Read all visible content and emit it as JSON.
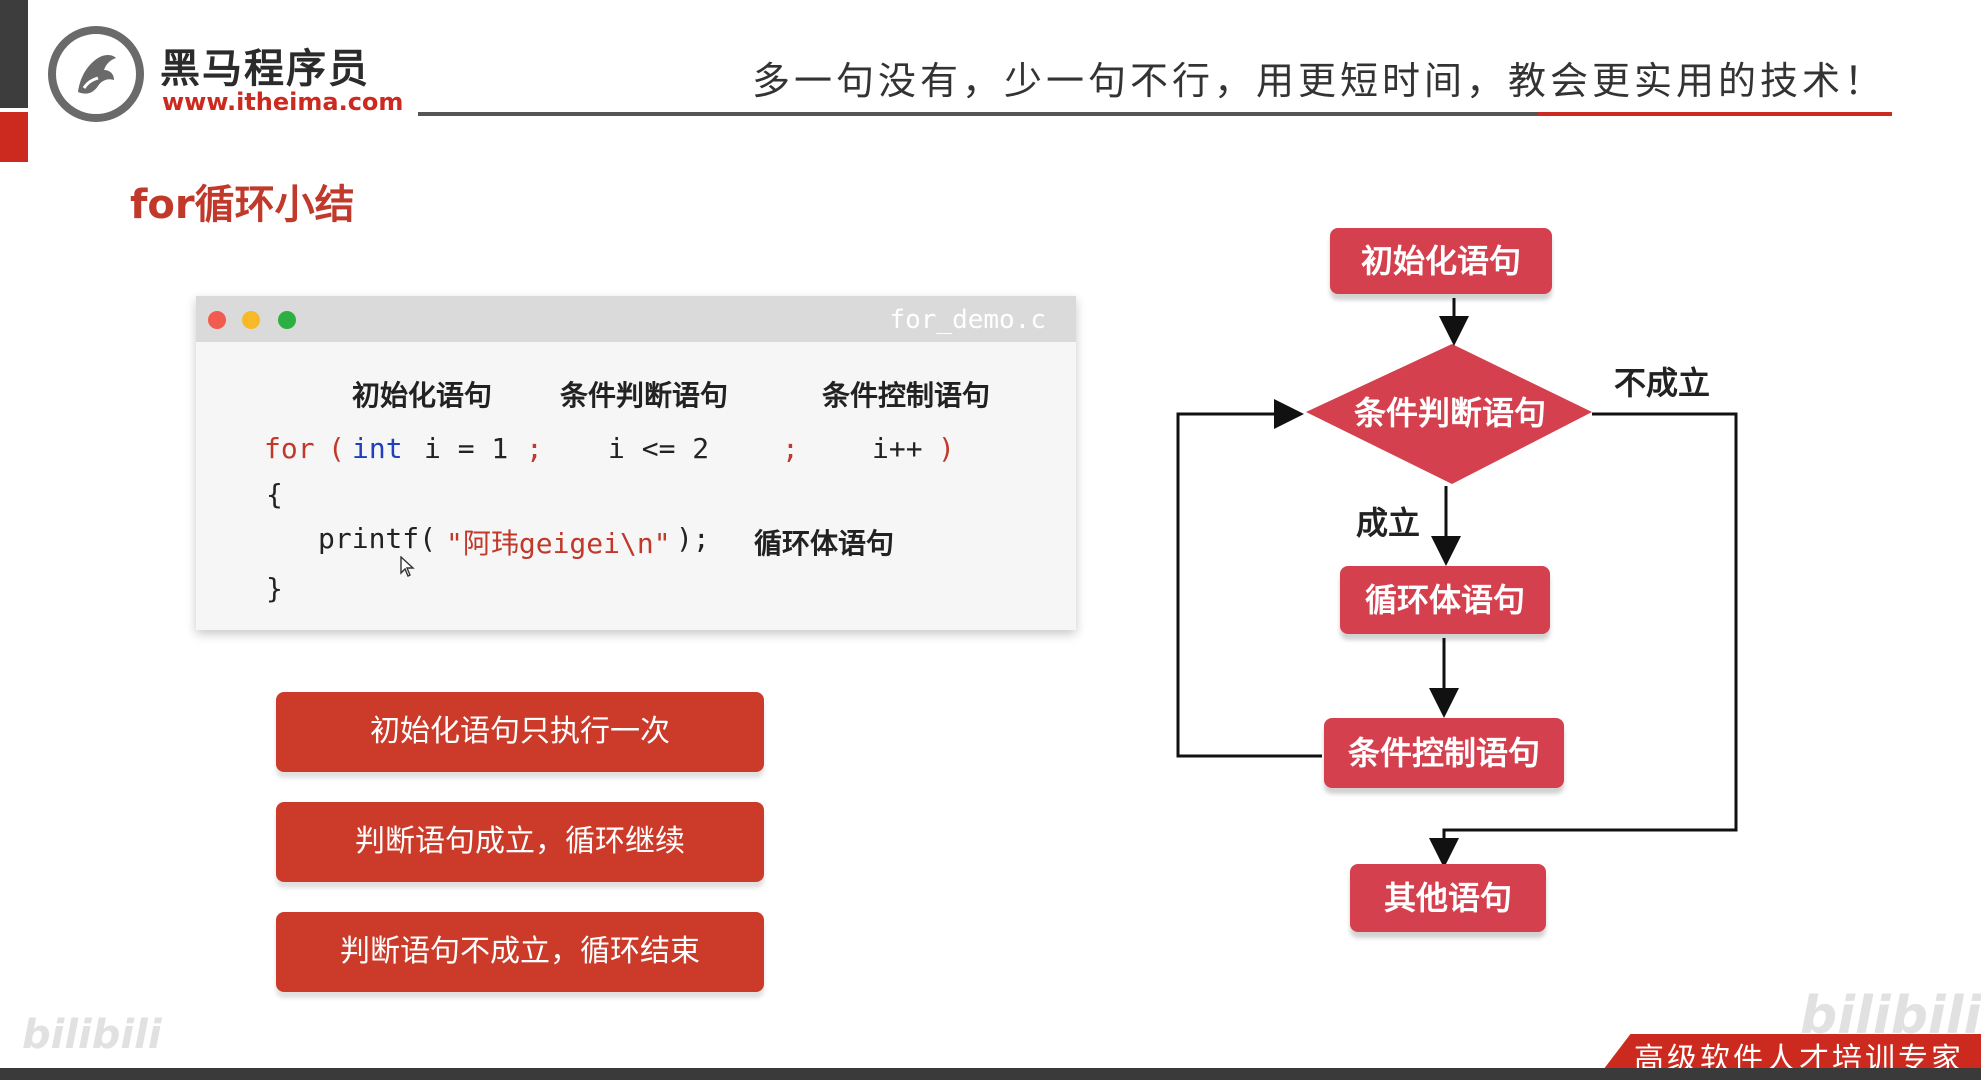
{
  "header": {
    "logo_name": "黑马程序员",
    "logo_url": "www.itheima.com",
    "slogan": "多一句没有，少一句不行，用更短时间，教会更实用的技术！"
  },
  "title": "for循环小结",
  "code_window": {
    "filename": "for_demo.c",
    "labels": {
      "init": "初始化语句",
      "condition": "条件判断语句",
      "control": "条件控制语句",
      "body": "循环体语句"
    },
    "code": {
      "for_kw": "for",
      "open_paren": "(",
      "int_kw": "int",
      "init_expr": "i = 1",
      "semi1": ";",
      "cond_expr": "i <= 2",
      "semi2": ";",
      "ctrl_expr": "i++",
      "close_paren": ")",
      "open_brace": "{",
      "printf_fn": "printf(",
      "printf_str": "\"阿玮geigei\\n\"",
      "printf_end": ");",
      "close_brace": "}"
    }
  },
  "summary_buttons": [
    "初始化语句只执行一次",
    "判断语句成立，循环继续",
    "判断语句不成立，循环结束"
  ],
  "flowchart": {
    "init": "初始化语句",
    "condition": "条件判断语句",
    "body": "循环体语句",
    "control": "条件控制语句",
    "other": "其他语句",
    "true_label": "成立",
    "false_label": "不成立"
  },
  "footer": {
    "tagline": "高级软件人才培训专家",
    "watermark_left": "bilibili",
    "watermark_right": "bilibili"
  },
  "colors": {
    "accent_red": "#cc2a1e",
    "flow_red": "#d5404f",
    "keyword_blue": "#1f3fbf"
  }
}
